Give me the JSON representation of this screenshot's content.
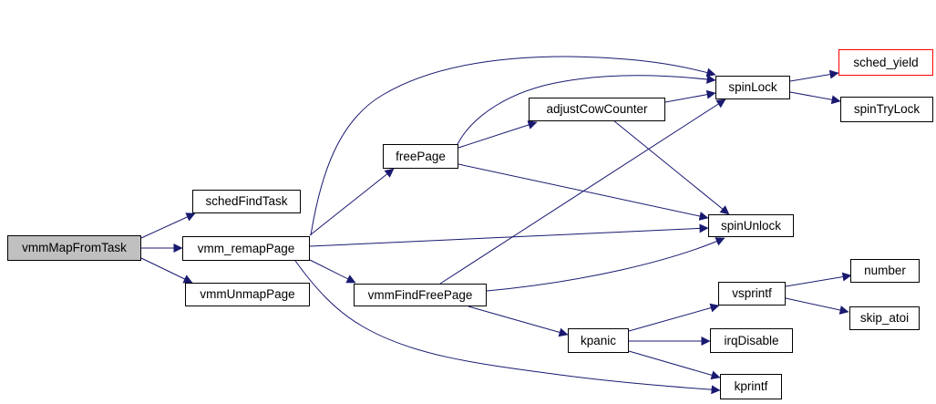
{
  "diagram": {
    "type": "doxygen-call-graph",
    "focus_node": "vmmMapFromTask",
    "nodes": {
      "vmmMapFromTask": {
        "label": "vmmMapFromTask",
        "style": "focus"
      },
      "schedFindTask": {
        "label": "schedFindTask",
        "style": "normal"
      },
      "vmm_remapPage": {
        "label": "vmm_remapPage",
        "style": "normal"
      },
      "vmmUnmapPage": {
        "label": "vmmUnmapPage",
        "style": "normal"
      },
      "freePage": {
        "label": "freePage",
        "style": "normal"
      },
      "adjustCowCounter": {
        "label": "adjustCowCounter",
        "style": "normal"
      },
      "spinLock": {
        "label": "spinLock",
        "style": "normal"
      },
      "sched_yield": {
        "label": "sched_yield",
        "style": "error"
      },
      "spinTryLock": {
        "label": "spinTryLock",
        "style": "normal"
      },
      "spinUnlock": {
        "label": "spinUnlock",
        "style": "normal"
      },
      "vmmFindFreePage": {
        "label": "vmmFindFreePage",
        "style": "normal"
      },
      "vsprintf": {
        "label": "vsprintf",
        "style": "normal"
      },
      "number": {
        "label": "number",
        "style": "normal"
      },
      "skip_atoi": {
        "label": "skip_atoi",
        "style": "normal"
      },
      "kpanic": {
        "label": "kpanic",
        "style": "normal"
      },
      "irqDisable": {
        "label": "irqDisable",
        "style": "normal"
      },
      "kprintf": {
        "label": "kprintf",
        "style": "normal"
      }
    },
    "edges": [
      {
        "from": "vmmMapFromTask",
        "to": "schedFindTask"
      },
      {
        "from": "vmmMapFromTask",
        "to": "vmm_remapPage"
      },
      {
        "from": "vmmMapFromTask",
        "to": "vmmUnmapPage"
      },
      {
        "from": "vmm_remapPage",
        "to": "freePage"
      },
      {
        "from": "vmm_remapPage",
        "to": "spinLock"
      },
      {
        "from": "vmm_remapPage",
        "to": "spinUnlock"
      },
      {
        "from": "vmm_remapPage",
        "to": "vmmFindFreePage"
      },
      {
        "from": "vmm_remapPage",
        "to": "kprintf"
      },
      {
        "from": "freePage",
        "to": "adjustCowCounter"
      },
      {
        "from": "freePage",
        "to": "spinLock"
      },
      {
        "from": "freePage",
        "to": "spinUnlock"
      },
      {
        "from": "adjustCowCounter",
        "to": "spinLock"
      },
      {
        "from": "adjustCowCounter",
        "to": "spinUnlock"
      },
      {
        "from": "spinLock",
        "to": "sched_yield"
      },
      {
        "from": "spinLock",
        "to": "spinTryLock"
      },
      {
        "from": "vmmFindFreePage",
        "to": "spinLock"
      },
      {
        "from": "vmmFindFreePage",
        "to": "spinUnlock"
      },
      {
        "from": "vmmFindFreePage",
        "to": "kpanic"
      },
      {
        "from": "kpanic",
        "to": "vsprintf"
      },
      {
        "from": "kpanic",
        "to": "irqDisable"
      },
      {
        "from": "kpanic",
        "to": "kprintf"
      },
      {
        "from": "vsprintf",
        "to": "number"
      },
      {
        "from": "vsprintf",
        "to": "skip_atoi"
      }
    ]
  },
  "colors": {
    "edge": "#191970",
    "node_border": "#000000",
    "node_fill": "#ffffff",
    "focus_fill": "#c0c0c0",
    "error_border": "#ff0000",
    "text": "#000000",
    "background": "#ffffff"
  }
}
